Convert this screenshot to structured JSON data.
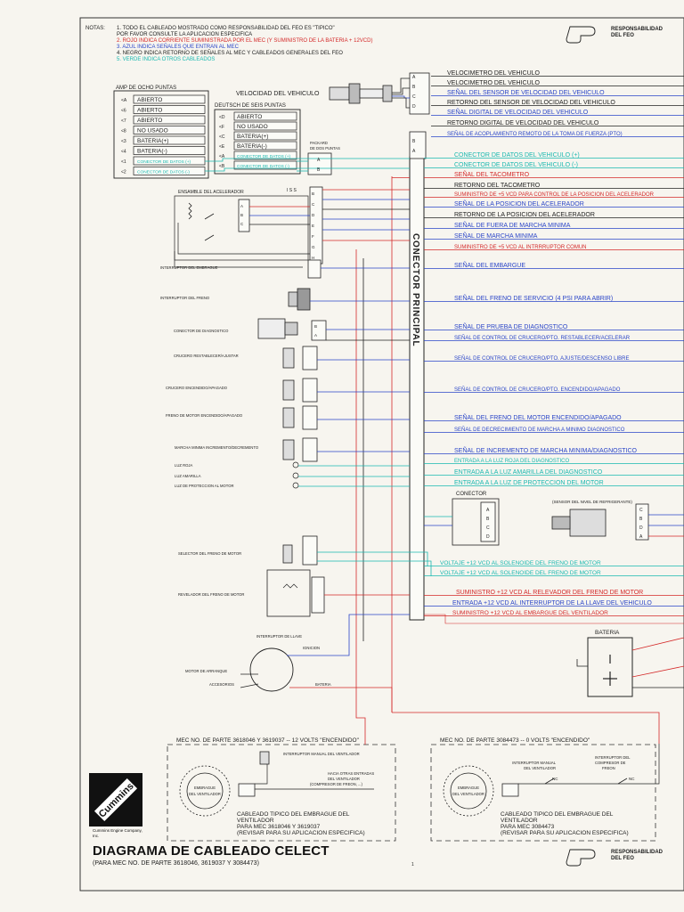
{
  "notes": [
    {
      "label": "NOTAS:",
      "text": "1. TODO EL CABLEADO MOSTRADO COMO RESPONSABILIDAD DEL FEO ES \"TIPICO\"",
      "color": "#222222"
    },
    {
      "label": "",
      "text": "POR FAVOR CONSULTE LA APLICACION ESPECIFICA",
      "color": "#222222"
    },
    {
      "label": "",
      "text": "2. ROJO  INDICA CORRIENTE SUMINISTRADA POR EL MEC (Y SUMINISTRO DE LA BATERIA + 12VCD)",
      "color": "#d42828"
    },
    {
      "label": "",
      "text": "3. AZUL INDICA SEÑALES QUE ENTRAN AL MEC",
      "color": "#2a45c8"
    },
    {
      "label": "",
      "text": "4. NEGRO INDICA RETORNO DE SEÑALES AL MEC Y CABLEADOS GENERALES DEL FEO",
      "color": "#222222"
    },
    {
      "label": "",
      "text": "5. VERDE INDICA OTROS CABLEADOS",
      "color": "#19b8b0"
    }
  ],
  "responsibility": {
    "top": "RESPONSABILIDAD DEL FEO",
    "bottom": "RESPONSABILIDAD DEL FEO"
  },
  "amp8": {
    "title": "AMP DE OCHO PUNTAS",
    "pins": [
      {
        "pin": "A",
        "label": "ABIERTO"
      },
      {
        "pin": "6",
        "label": "ABIERTO"
      },
      {
        "pin": "7",
        "label": "ABIERTO"
      },
      {
        "pin": "8",
        "label": "NO USADO"
      },
      {
        "pin": "3",
        "label": "BATERIA(+)"
      },
      {
        "pin": "4",
        "label": "BATERIA(-)"
      },
      {
        "pin": "1",
        "label": "CONECTOR DE DATOS (+)"
      },
      {
        "pin": "2",
        "label": "CONECTOR DE DATOS (-)"
      }
    ]
  },
  "deutsch6": {
    "title": "DEUTSCH DE SEIS PUNTAS",
    "pins": [
      {
        "pin": "D",
        "label": "ABIERTO"
      },
      {
        "pin": "F",
        "label": "NO USADO"
      },
      {
        "pin": "C",
        "label": "BATERIA(+)"
      },
      {
        "pin": "E",
        "label": "BATERIA(-)"
      },
      {
        "pin": "A",
        "label": "CONECTOR DE DATOS (+)"
      },
      {
        "pin": "B",
        "label": "CONECTOR DE DATOS (-)"
      }
    ]
  },
  "speed_sensor_label": "VELOCIDAD DEL VEHICULO",
  "packard_label": "PACKARD DE DOS PUNTAS",
  "main_connector": "CONECTOR PRINCIPAL",
  "connector_label": "CONECTOR",
  "coolant_label": "(SENSOR DEL NIVEL DE REFRIGERANTE)",
  "battery_label": "BATERIA",
  "components": [
    {
      "label": "ENSAMBLE DEL ACELERADOR"
    },
    {
      "label": "I S S"
    },
    {
      "label": "INTERRUPTOR DEL EMBRAGUE"
    },
    {
      "label": "INTERRUPTOR DEL FRENO"
    },
    {
      "label": "CONECTOR DE DIAGNOSTICO"
    },
    {
      "label": "CRUCERO RESTABLECER/AJUSTAR"
    },
    {
      "label": "CRUCERO ENCENDIDO/APAGADO"
    },
    {
      "label": "FRENO DE MOTOR ENCENDIDO/APAGADO"
    },
    {
      "label": "MARCHA MINIMA INCREMENTO/DECREMENTO"
    },
    {
      "label": "LUZ ROJA"
    },
    {
      "label": "LUZ AMARILLA"
    },
    {
      "label": "LUZ DE PROTECCION AL MOTOR"
    },
    {
      "label": "SELECTOR DEL FRENO DE MOTOR"
    },
    {
      "label": "REVELADOR DEL FRENO DE MOTOR"
    },
    {
      "label": "INTERRUPTOR DE LLAVE"
    },
    {
      "label": "IGNICION"
    },
    {
      "label": "MOTOR DE ARRANQUE"
    },
    {
      "label": "ACCESORIOS"
    },
    {
      "label": "BATERIA"
    }
  ],
  "signals": [
    {
      "text": "VELOCIMETRO DEL VEHICULO",
      "color": "#222222"
    },
    {
      "text": "VELOCIMETRO DEL VEHICULO",
      "color": "#222222"
    },
    {
      "text": "SEÑAL DEL SENSOR DE VELOCIDAD DEL VEHICULO",
      "color": "#2a45c8"
    },
    {
      "text": "RETORNO DEL SENSOR DE VELOCIDAD DEL VEHICULO",
      "color": "#222222"
    },
    {
      "text": "SEÑAL DIGITAL DE VELOCIDAD DEL VEHICULO",
      "color": "#2a45c8"
    },
    {
      "text": "RETORNO DIGITAL DE VELOCIDAD DEL VEHICULO",
      "color": "#222222"
    },
    {
      "text": "SEÑAL DE ACOPLAMIENTO REMOTO DE LA TOMA DE FUERZA (PTO)",
      "color": "#2a45c8"
    },
    {
      "text": "CONECTOR DE DATOS DEL VEHICULO (+)",
      "color": "#19b8b0"
    },
    {
      "text": "CONECTOR DE DATOS DEL VEHICULO (-)",
      "color": "#19b8b0"
    },
    {
      "text": "SEÑAL DEL TACOMETRO",
      "color": "#d42828"
    },
    {
      "text": "RETORNO DEL TACOMETRO",
      "color": "#222222"
    },
    {
      "text": "SUMINISTRO DE +5 VCD PARA CONTROL DE LA POSICION DEL ACELERADOR",
      "color": "#d42828"
    },
    {
      "text": "SEÑAL DE LA POSICION DEL ACELERADOR",
      "color": "#2a45c8"
    },
    {
      "text": "RETORNO DE LA POSICION DEL ACELERADOR",
      "color": "#222222"
    },
    {
      "text": "SEÑAL DE FUERA DE MARCHA MINIMA",
      "color": "#2a45c8"
    },
    {
      "text": "SEÑAL DE MARCHA MINIMA",
      "color": "#2a45c8"
    },
    {
      "text": "SUMINISTRO DE +5 VCD AL INTRRRUPTOR COMUN",
      "color": "#d42828"
    },
    {
      "text": "SEÑAL DEL EMBARGUE",
      "color": "#2a45c8"
    },
    {
      "text": "SEÑAL DEL FRENO DE SERVICIO (4 PSI PARA ABRIR)",
      "color": "#2a45c8"
    },
    {
      "text": "SEÑAL DE PRUEBA DE DIAGNOSTICO",
      "color": "#2a45c8"
    },
    {
      "text": "SEÑAL DE CONTROL DE CRUCERO/PTO. RESTABLECER/ACELERAR",
      "color": "#2a45c8"
    },
    {
      "text": "SEÑAL DE CONTROL DE CRUCERO/PTO. AJUSTE/DESCENSO LIBRE",
      "color": "#2a45c8"
    },
    {
      "text": "SEÑAL DE CONTROL DE CRUCERO/PTO. ENCENDIDO/APAGADO",
      "color": "#2a45c8"
    },
    {
      "text": "SEÑAL DEL FRENO DEL MOTOR ENCENDIDO/APAGADO",
      "color": "#2a45c8"
    },
    {
      "text": "SEÑAL DE DECRECIMIENTO DE MARCHA A MINIMO DIAGNOSTICO",
      "color": "#2a45c8"
    },
    {
      "text": "SEÑAL DE INCREMENTO DE MARCHA MINIMA/DIAGNOSTICO",
      "color": "#2a45c8"
    },
    {
      "text": "ENTRADA A LA LUZ ROJA DEL DIAGNOSTICO",
      "color": "#19b8b0"
    },
    {
      "text": "ENTRADA A LA LUZ AMARILLA DEL DIAGNOSTICO",
      "color": "#19b8b0"
    },
    {
      "text": "ENTRADA A LA LUZ DE PROTECCION DEL MOTOR",
      "color": "#19b8b0"
    },
    {
      "text": "VOLTAJE +12 VCD AL SOLENOIDE DEL FRENO DE MOTOR",
      "color": "#19b8b0"
    },
    {
      "text": "VOLTAJE +12 VCD AL SOLENOIDE DEL FRENO DE MOTOR",
      "color": "#19b8b0"
    },
    {
      "text": "SUMINISTRO +12 VCD AL RELEVADOR DEL FRENO DE MOTOR",
      "color": "#d42828"
    },
    {
      "text": "ENTRADA +12 VCD AL INTERRUPTOR DE LA LLAVE DEL VEHICULO",
      "color": "#2a45c8"
    },
    {
      "text": "SUMINISTRO +12 VCD AL EMBARGUE DEL VENTILADOR",
      "color": "#d42828"
    }
  ],
  "fan_left": {
    "title": "MEC NO. DE PARTE 3618046 Y 3619037 -- 12 VOLTS \"ENCENDIDO\"",
    "switch_label": "INTERRUPTOR MANUAL DEL VENTILADOR",
    "other_inputs": "HACIA OTRAS ENTRADAS DEL VENTILADOR (COMPRESOR DE FREON, ...)",
    "clutch": "EMBRAGUE DEL VENTILADOR",
    "caption1": "CABLEADO TIPICO DEL EMBRAGUE DEL VENTILADOR",
    "caption2": "PARA MEC 3618046 Y 3619037",
    "caption3": "(REVISAR PARA SU APLICACION ESPECIFICA)"
  },
  "fan_right": {
    "title": "MEC NO. DE PARTE 3084473 -- 0 VOLTS \"ENCENDIDO\"",
    "switch_label": "INTERRUPTOR MANUAL DEL VENTILADOR",
    "switch2_label": "INTERRUPTOR DEL COMPRESOR DE FREON",
    "nc": "NC",
    "clutch": "EMBRAGUE DEL VENTILADOR",
    "caption1": "CABLEADO TIPICO DEL EMBRAGUE DEL VENTILADOR",
    "caption2": "PARA MEC 3084473",
    "caption3": "(REVISAR PARA SU APLICACION ESPECIFICA)"
  },
  "title": "DIAGRAMA DE CABLEADO CELECT",
  "subtitle": "(PARA MEC NO. DE PARTE 3618046, 3619037 Y 3084473)",
  "brand": "Cummins",
  "company": "Cummins Engine Company, Inc.",
  "page_number": "1",
  "colors": {
    "red": "#d42828",
    "blue": "#2a45c8",
    "black": "#222222",
    "green": "#19b8b0"
  }
}
